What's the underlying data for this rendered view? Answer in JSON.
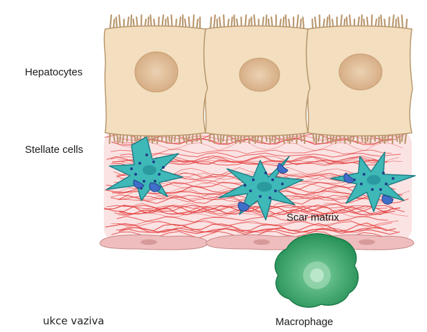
{
  "labels": {
    "hepatocytes": "Hepatocytes",
    "stellate_cells": "Stellate cells",
    "scar_matrix": "Scar matrix",
    "macrophage": "Macrophage",
    "bottom_text": "ukce vaziva"
  },
  "colors": {
    "hepatocyte_fill": "#f3dfbf",
    "hepatocyte_nucleus": "#ddb891",
    "stellate_fill": "#3fb8b8",
    "stellate_dots": "#1f3f8a",
    "stellate_vesicle": "#3f6fc8",
    "fiber": "#e23a3a",
    "fiber_band": "#f7cfcf",
    "endothelial": "#efbdbd",
    "macrophage_fill": "#35a86a",
    "macrophage_nucleus": "#9ad6b0"
  }
}
